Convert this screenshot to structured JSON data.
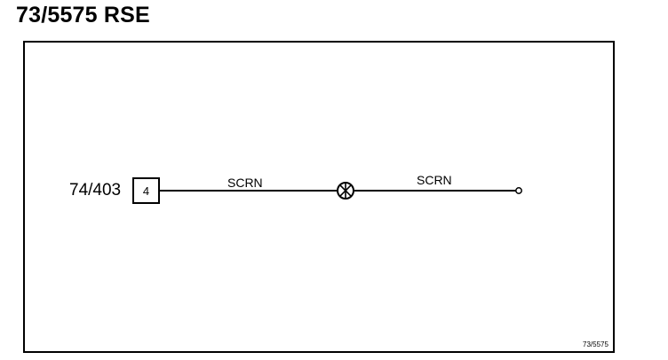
{
  "title": "73/5575 RSE",
  "connector": {
    "ref": "74/403",
    "pin": "4"
  },
  "wires": [
    {
      "label": "SCRN"
    },
    {
      "label": "SCRN"
    }
  ],
  "splice_symbol": "splice-cross-circle-icon",
  "terminal_symbol": "open-terminal-icon",
  "reference_code": "73/5575"
}
